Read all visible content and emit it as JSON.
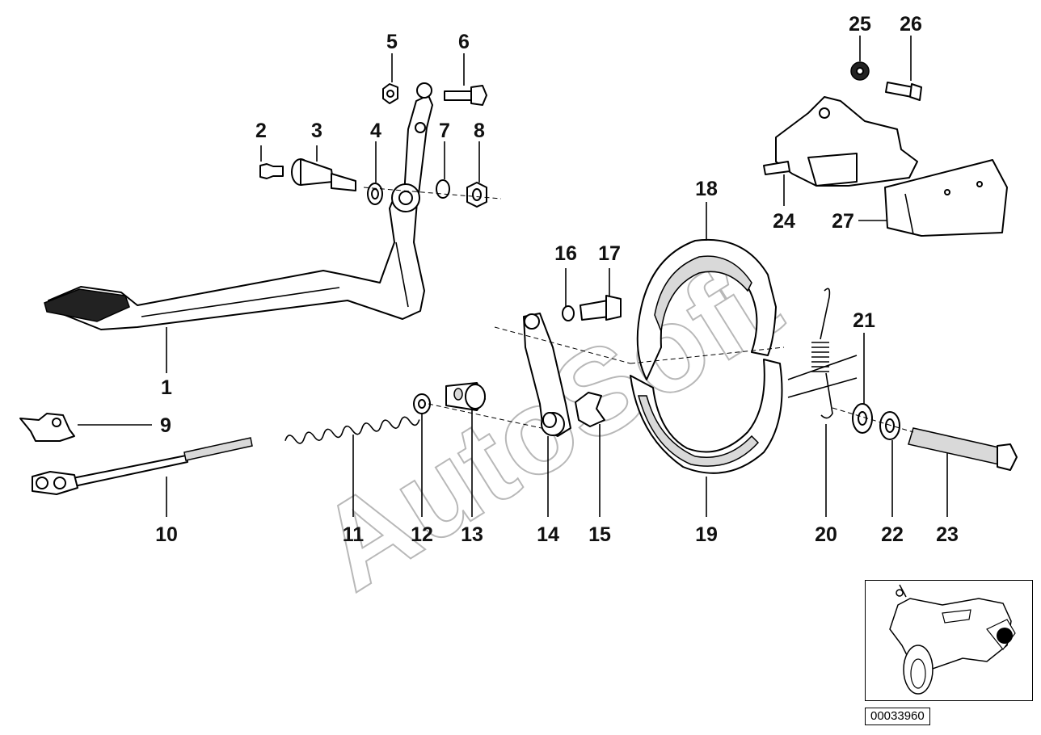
{
  "diagram": {
    "watermark": "AutoSoft",
    "diagram_id": "00033960",
    "callouts": [
      "1",
      "2",
      "3",
      "4",
      "5",
      "6",
      "7",
      "8",
      "9",
      "10",
      "11",
      "12",
      "13",
      "14",
      "15",
      "16",
      "17",
      "18",
      "19",
      "20",
      "21",
      "22",
      "23",
      "24",
      "25",
      "26",
      "27"
    ]
  }
}
